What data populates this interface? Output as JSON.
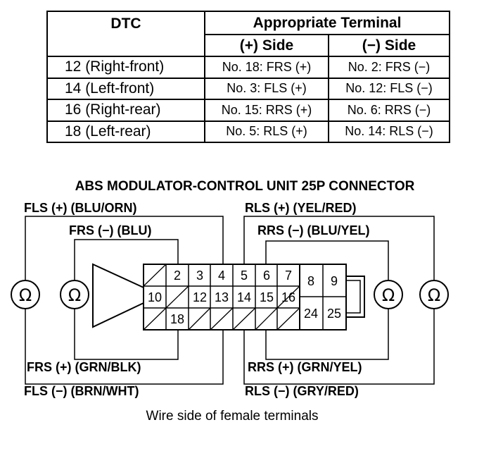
{
  "table": {
    "headers": {
      "dtc": "DTC",
      "appropriate_terminal": "Appropriate Terminal",
      "plus_side": "(+) Side",
      "minus_side": "(−) Side"
    },
    "rows": [
      {
        "dtc": "12 (Right-front)",
        "plus": "No. 18: FRS (+)",
        "minus": "No. 2: FRS (−)"
      },
      {
        "dtc": "14 (Left-front)",
        "plus": "No. 3: FLS (+)",
        "minus": "No. 12: FLS (−)"
      },
      {
        "dtc": "16 (Right-rear)",
        "plus": "No. 15: RRS (+)",
        "minus": "No. 6: RRS (−)"
      },
      {
        "dtc": "18 (Left-rear)",
        "plus": "No. 5: RLS (+)",
        "minus": "No. 14: RLS (−)"
      }
    ]
  },
  "diagram": {
    "title": "ABS MODULATOR-CONTROL UNIT 25P CONNECTOR",
    "labels": {
      "fls_plus": "FLS (+) (BLU/ORN)",
      "frs_minus": "FRS (−) (BLU)",
      "rls_plus": "RLS (+) (YEL/RED)",
      "rrs_minus": "RRS (−) (BLU/YEL)",
      "frs_plus": "FRS (+) (GRN/BLK)",
      "fls_minus": "FLS (−) (BRN/WHT)",
      "rrs_plus": "RRS (+) (GRN/YEL)",
      "rls_minus": "RLS (−) (GRY/RED)"
    },
    "ohm_symbol": "Ω",
    "pins": {
      "p2": "2",
      "p3": "3",
      "p4": "4",
      "p5": "5",
      "p6": "6",
      "p7": "7",
      "p8": "8",
      "p9": "9",
      "p10": "10",
      "p12": "12",
      "p13": "13",
      "p14": "14",
      "p15": "15",
      "p16": "16",
      "p18": "18",
      "p24": "24",
      "p25": "25"
    },
    "caption": "Wire side of female terminals"
  }
}
